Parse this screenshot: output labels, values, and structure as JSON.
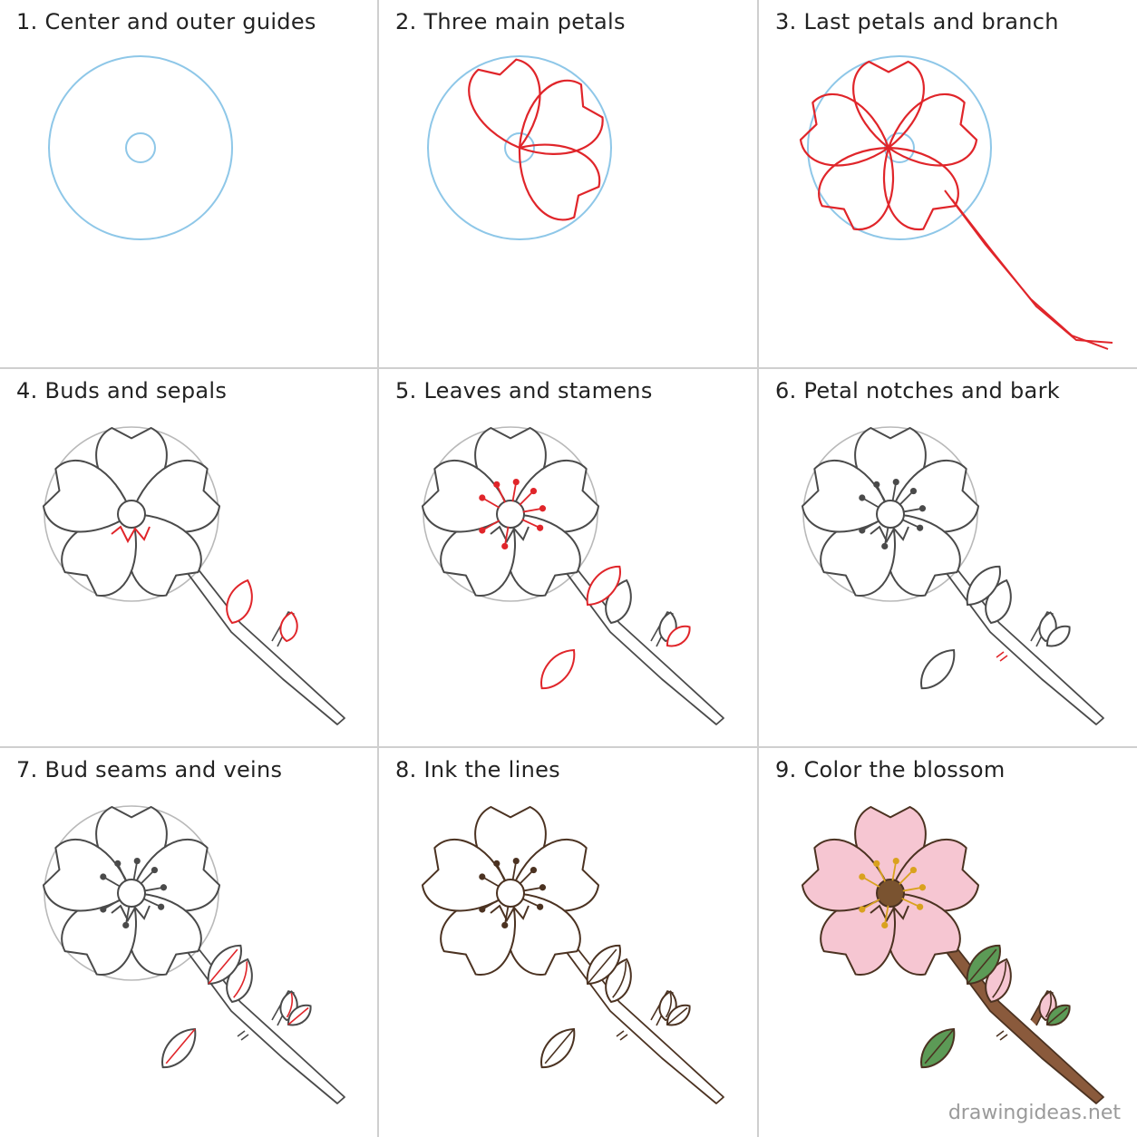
{
  "colors": {
    "guide": "#8ec7e8",
    "guide_faded": "#b9b9b9",
    "new_line": "#e0252a",
    "pencil": "#4a4a4a",
    "ink": "#4b3221",
    "petal_fill": "#f6c6d2",
    "leaf_fill": "#5c9a56",
    "branch_fill": "#8a5a3c",
    "stamen": "#d9a21e",
    "center": "#7a5330",
    "divider": "#cfcfcf"
  },
  "steps": [
    {
      "number": "1.",
      "title": "Center and outer guides"
    },
    {
      "number": "2.",
      "title": "Three main petals"
    },
    {
      "number": "3.",
      "title": "Last petals and branch"
    },
    {
      "number": "4.",
      "title": "Buds and sepals"
    },
    {
      "number": "5.",
      "title": "Leaves and stamens"
    },
    {
      "number": "6.",
      "title": "Petal notches and bark"
    },
    {
      "number": "7.",
      "title": "Bud seams and veins"
    },
    {
      "number": "8.",
      "title": "Ink the lines"
    },
    {
      "number": "9.",
      "title": "Color the blossom"
    }
  ],
  "watermark": "drawingideas.net"
}
